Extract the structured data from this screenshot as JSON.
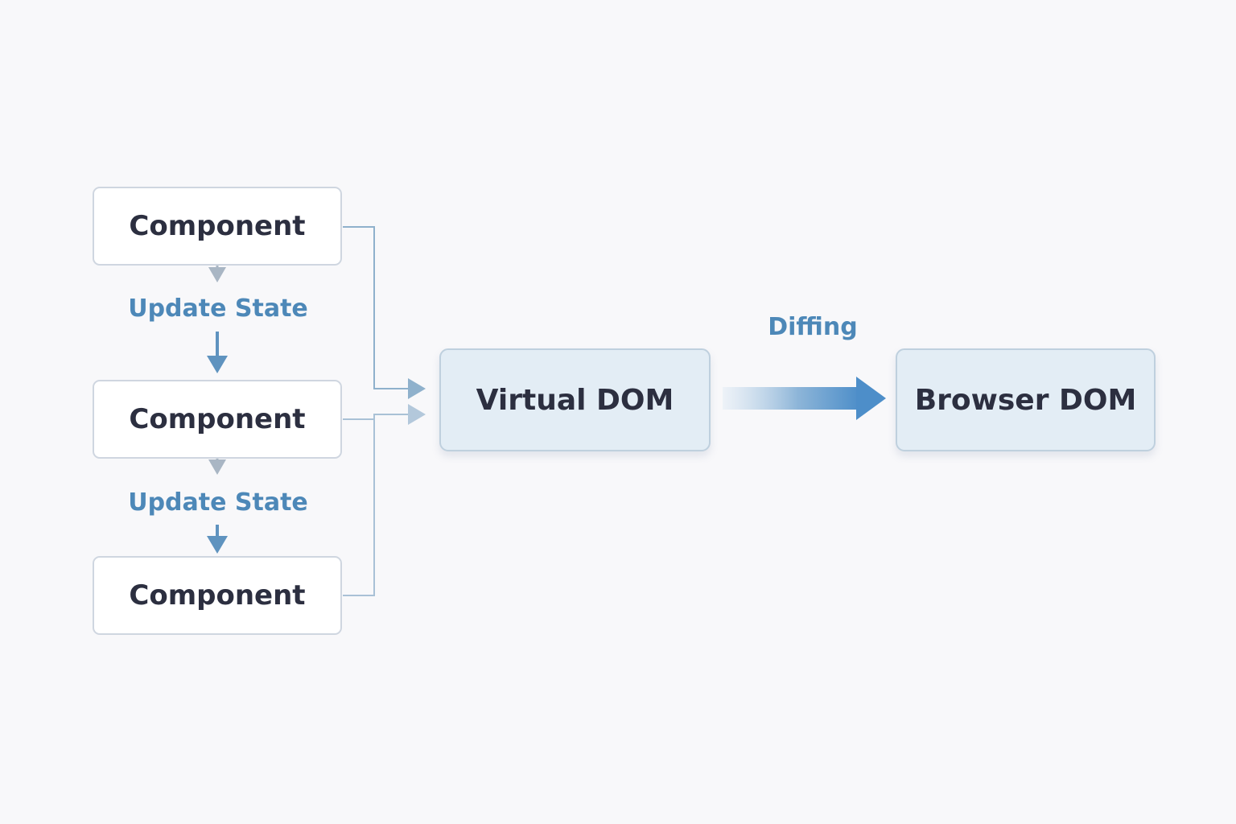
{
  "components": [
    {
      "label": "Component"
    },
    {
      "label": "Component"
    },
    {
      "label": "Component"
    }
  ],
  "update_labels": [
    "Update State",
    "Update State"
  ],
  "virtual_dom": {
    "label": "Virtual DOM"
  },
  "browser_dom": {
    "label": "Browser DOM"
  },
  "diffing_label": "Diffing",
  "colors": {
    "background": "#f8f8fa",
    "component_fill": "#ffffff",
    "component_border": "#cfd6e0",
    "dom_fill": "#e3edf5",
    "dom_border": "#bfd0de",
    "label_blue": "#4d88b8",
    "connector": "#8fb1cc",
    "text_dark": "#2c2f40"
  }
}
